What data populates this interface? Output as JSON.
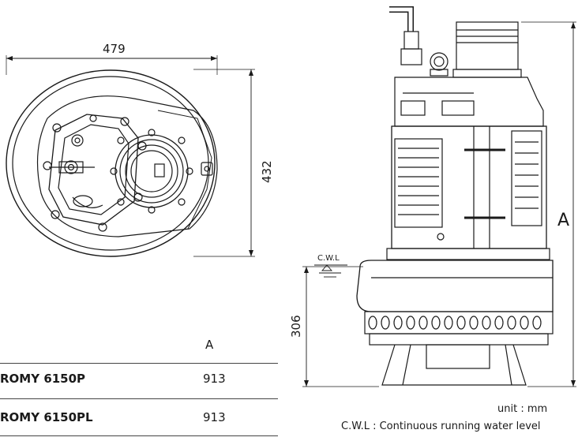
{
  "dimensions": {
    "top_width": "479",
    "top_depth": "432",
    "height_label": "A",
    "inlet_height": "306",
    "water_level_label": "C.W.L"
  },
  "table": {
    "column_header": "A",
    "rows": [
      {
        "model": "ROMY 6150P",
        "value": "913"
      },
      {
        "model": "ROMY 6150PL",
        "value": "913"
      }
    ]
  },
  "notes": {
    "unit": "unit : mm",
    "cwl": "C.W.L : Continuous running water level"
  }
}
